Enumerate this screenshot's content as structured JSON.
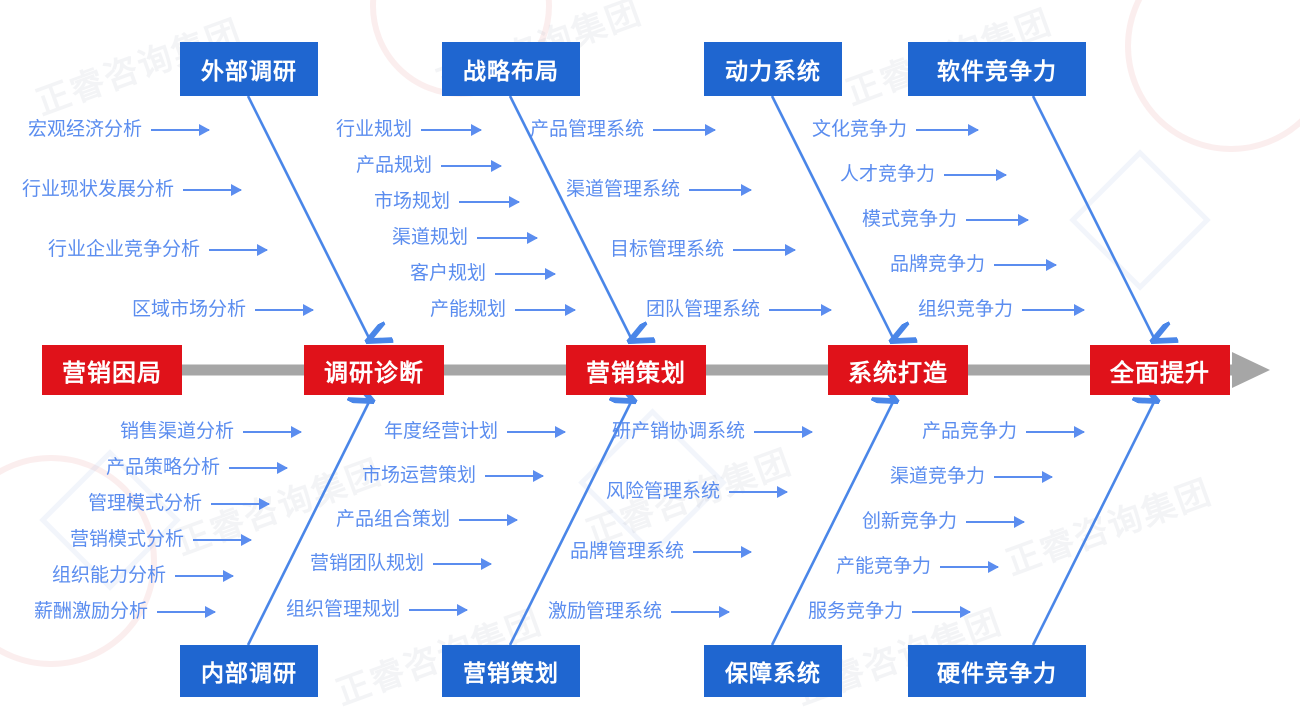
{
  "diagram": {
    "type": "fishbone",
    "colors": {
      "spine_box": "#e0121a",
      "category_box": "#1f66d0",
      "bone_line": "#4a86e8",
      "item_text": "#5b8def",
      "spine_line": "#a6a6a6",
      "background": "#ffffff"
    },
    "spine": {
      "name": "main-spine",
      "nodes": [
        {
          "label": "营销困局"
        },
        {
          "label": "调研诊断"
        },
        {
          "label": "营销策划"
        },
        {
          "label": "系统打造"
        },
        {
          "label": "全面提升"
        }
      ],
      "end_arrow": "right-arrow"
    },
    "branches_top": [
      {
        "title": "外部调研",
        "items": [
          "宏观经济分析",
          "行业现状发展分析",
          "行业企业竞争分析",
          "区域市场分析"
        ]
      },
      {
        "title": "战略布局",
        "items": [
          "行业规划",
          "产品规划",
          "市场规划",
          "渠道规划",
          "客户规划",
          "产能规划"
        ]
      },
      {
        "title": "动力系统",
        "items": [
          "产品管理系统",
          "渠道管理系统",
          "目标管理系统",
          "团队管理系统"
        ]
      },
      {
        "title": "软件竞争力",
        "items": [
          "文化竞争力",
          "人才竞争力",
          "模式竞争力",
          "品牌竞争力",
          "组织竞争力"
        ]
      }
    ],
    "branches_bottom": [
      {
        "title": "内部调研",
        "items": [
          "销售渠道分析",
          "产品策略分析",
          "管理模式分析",
          "营销模式分析",
          "组织能力分析",
          "薪酬激励分析"
        ]
      },
      {
        "title": "营销策划",
        "items": [
          "年度经营计划",
          "市场运营策划",
          "产品组合策划",
          "营销团队规划",
          "组织管理规划"
        ]
      },
      {
        "title": "保障系统",
        "items": [
          "研产销协调系统",
          "风险管理系统",
          "品牌管理系统",
          "激励管理系统"
        ]
      },
      {
        "title": "硬件竞争力",
        "items": [
          "产品竞争力",
          "渠道竞争力",
          "创新竞争力",
          "产能竞争力",
          "服务竞争力"
        ]
      }
    ],
    "watermark": {
      "text": "正睿咨询集团"
    }
  }
}
